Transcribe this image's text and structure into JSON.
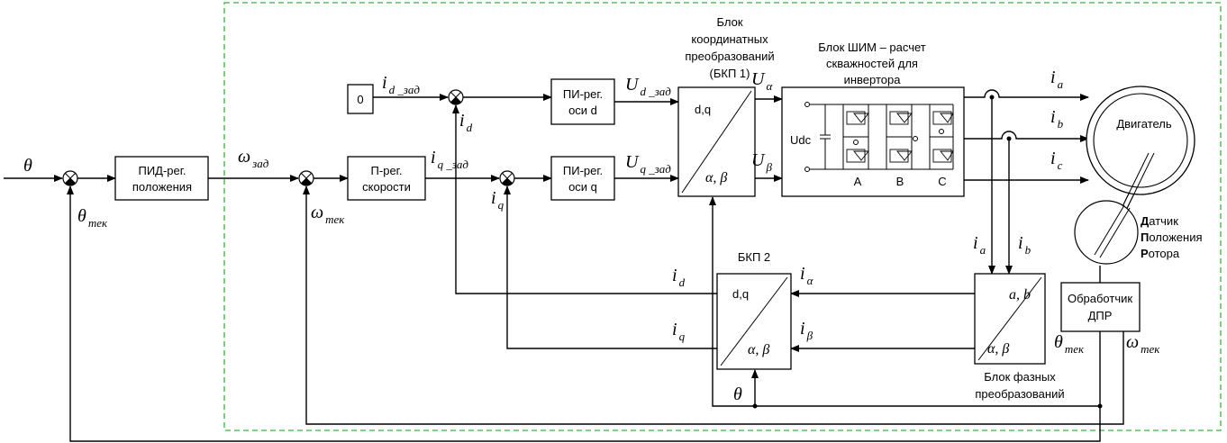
{
  "blocks": {
    "pid_position": [
      "ПИД-рег.",
      "положения"
    ],
    "p_speed": [
      "П-рег.",
      "скорости"
    ],
    "pi_d": [
      "ПИ-рег.",
      "оси d"
    ],
    "pi_q": [
      "ПИ-рег.",
      "оси q"
    ],
    "zero": "0",
    "bkp1_title": [
      "Блок",
      "координатных",
      "преобразований",
      "(БКП 1)"
    ],
    "bkp1_dq": "d,q",
    "bkp1_ab": "α, β",
    "pwm_title": [
      "Блок ШИМ – расчет",
      "скважностей для",
      "инвертора"
    ],
    "udc": "Udc",
    "phase_a": "A",
    "phase_b": "B",
    "phase_c": "C",
    "motor": "Двигатель",
    "sensor": [
      {
        "first": "Д",
        "rest": "атчик"
      },
      {
        "first": "П",
        "rest": "оложения"
      },
      {
        "first": "Р",
        "rest": "отора"
      }
    ],
    "dpr_handler": [
      "Обработчик",
      "ДПР"
    ],
    "bkp2_title": "БКП 2",
    "bkp2_dq": "d,q",
    "bkp2_ab": "α, β",
    "phase_block_ab": "a, b",
    "phase_block_alphabeta": "α, β",
    "phase_block_title": [
      "Блок фазных",
      "преобразований"
    ]
  },
  "signals": {
    "theta": "θ",
    "theta_tek": {
      "main": "θ",
      "sub": "тек"
    },
    "omega_zad": {
      "main": "ω",
      "sub": "зад"
    },
    "omega_tek": {
      "main": "ω",
      "sub": "тек"
    },
    "id_zad": {
      "main": "i",
      "sub": "d _зад"
    },
    "iq_zad": {
      "main": "i",
      "sub": "q _зад"
    },
    "id": {
      "main": "i",
      "sub": "d"
    },
    "iq": {
      "main": "i",
      "sub": "q"
    },
    "ud_zad": {
      "main": "U",
      "sub": "d _зад"
    },
    "uq_zad": {
      "main": "U",
      "sub": "q _зад"
    },
    "u_alpha": {
      "main": "U",
      "sub": "α"
    },
    "u_beta": {
      "main": "U",
      "sub": "β"
    },
    "ia": {
      "main": "i",
      "sub": "a"
    },
    "ib": {
      "main": "i",
      "sub": "b"
    },
    "ic": {
      "main": "i",
      "sub": "c"
    },
    "i_alpha": {
      "main": "i",
      "sub": "α"
    },
    "i_beta": {
      "main": "i",
      "sub": "β"
    }
  },
  "colors": {
    "line": "#000000",
    "boundary": "#3cb043"
  }
}
